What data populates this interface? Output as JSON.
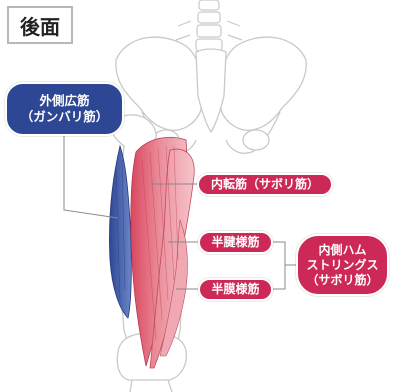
{
  "view_label": "後面",
  "labels": {
    "vastus_lateralis": {
      "line1": "外側広筋",
      "line2": "（ガンバリ筋）"
    },
    "adductor": {
      "text": "内転筋（サボリ筋）"
    },
    "semitendinosus": {
      "text": "半腱様筋"
    },
    "semimembranosus": {
      "text": "半膜様筋"
    },
    "medial_hamstrings": {
      "line1": "内側ハム",
      "line2": "ストリングス",
      "line3": "（サボリ筋）"
    }
  },
  "colors": {
    "outer_muscle": "#3f5aa8",
    "inner_muscles": "#e07a8a",
    "label_blue": "#2d4794",
    "label_red": "#cc2957",
    "bone_outline": "#c9c9c9"
  }
}
